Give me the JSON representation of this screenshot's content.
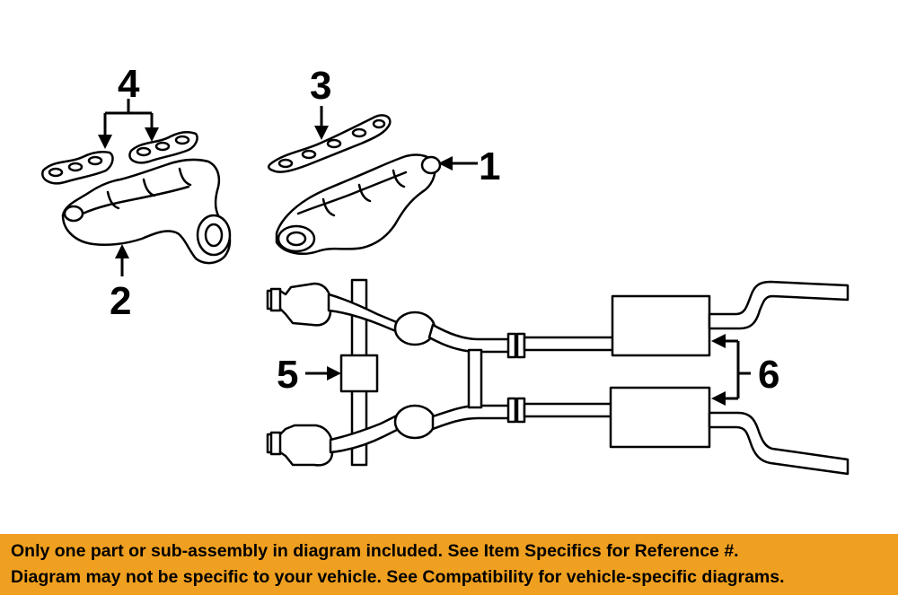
{
  "diagram": {
    "callouts": {
      "c1": "1",
      "c2": "2",
      "c3": "3",
      "c4": "4",
      "c5": "5",
      "c6": "6"
    }
  },
  "banner": {
    "line1": "Only one part or sub-assembly in diagram included. See Item Specifics for Reference #.",
    "line2": "Diagram may not be specific to your vehicle. See Compatibility for vehicle-specific diagrams."
  },
  "colors": {
    "banner_background": "#f0a020",
    "line_art": "#000000",
    "background": "#ffffff"
  }
}
